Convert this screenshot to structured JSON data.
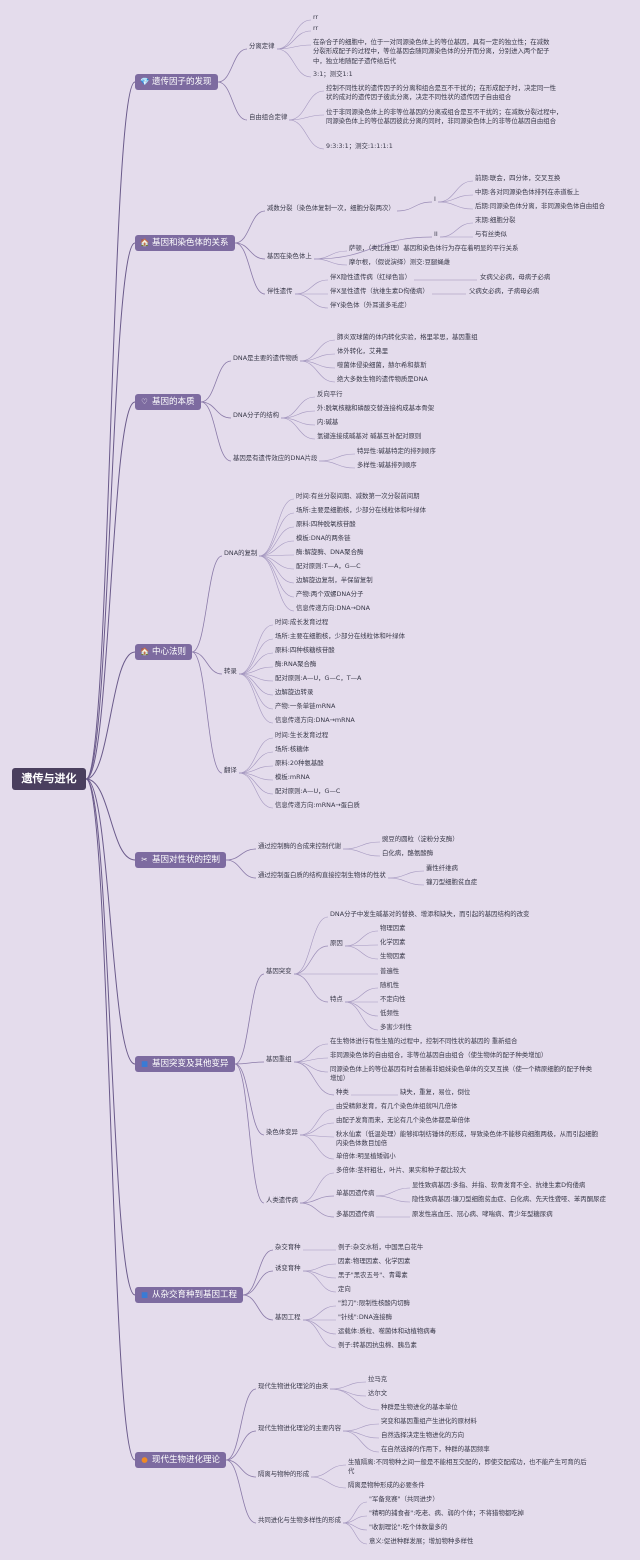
{
  "root": "遗传与进化",
  "cats": [
    {
      "label": "遗传因子的发现",
      "icon": "gem-icon",
      "glyph": "💎"
    },
    {
      "label": "基因和染色体的关系",
      "icon": "house-icon",
      "glyph": "🏠"
    },
    {
      "label": "基因的本质",
      "icon": "heart-icon",
      "glyph": "♡"
    },
    {
      "label": "中心法则",
      "icon": "house-icon",
      "glyph": "🏠"
    },
    {
      "label": "基因对性状的控制",
      "icon": "scissors-icon",
      "glyph": "✂"
    },
    {
      "label": "基因突变及其他变异",
      "icon": "square-icon",
      "glyph": "■"
    },
    {
      "label": "从杂交育种到基因工程",
      "icon": "square-icon",
      "glyph": "■"
    },
    {
      "label": "现代生物进化理论",
      "icon": "orange-icon",
      "glyph": "●"
    }
  ],
  "t": {
    "a1": "分离定律",
    "a1_1": "rr",
    "a1_2": "rr",
    "a1_3": "在杂合子的细胞中，位于一对同源染色体上的等位基因，具有一定的独立性；在减数分裂形成配子的过程中，等位基因会随同源染色体的分开而分离，分别进入两个配子中，独立地随配子遗传给后代",
    "a1_4": "3:1；测交1:1",
    "a2": "自由组合定律",
    "a2_1": "控制不同性状的遗传因子的分离和组合是互不干扰的；在形成配子时，决定同一性状的成对的遗传因子彼此分离，决定不同性状的遗传因子自由组合",
    "a2_2": "位于非同源染色体上的非等位基因的分离或组合是互不干扰的；在减数分裂过程中，同源染色体上的等位基因彼此分离的同时，非同源染色体上的非等位基因自由组合",
    "a2_3": "9:3:3:1；测交:1:1:1:1",
    "b1": "减数分裂（染色体复制一次，细胞分裂两次）",
    "b1_I": "I",
    "b1_II": "II",
    "b1_I_1": "前期:联会，四分体，交叉互换",
    "b1_I_2": "中期:各对同源染色体排列在赤道板上",
    "b1_I_3": "后期:同源染色体分离，非同源染色体自由组合",
    "b1_I_4": "末期:细胞分裂",
    "b1_II_1": "与有丝类似",
    "b2": "基因在染色体上",
    "b2_1": "萨顿，（类比推理）基因和染色体行为存在着明显的平行关系",
    "b2_2": "摩尔根，（假说演绎）测交:豆腿蝇雌",
    "b3": "伴性遗传",
    "b3_1": "伴X隐性遗传病（红绿色盲）",
    "b3_1a": "女病父必病，母病子必病",
    "b3_2": "伴X显性遗传（抗维生素D佝偻病）",
    "b3_2a": "父病女必病，子病母必病",
    "b3_3": "伴Y染色体（外耳道多毛症）",
    "c1": "DNA是主要的遗传物质",
    "c1_1": "肺炎双球菌的体内转化实验，格里菲思，基因重组",
    "c1_2": "体外转化，艾弗里",
    "c1_3": "噬菌体侵染细菌，赫尔希和蔡斯",
    "c1_4": "绝大多数生物的遗传物质是DNA",
    "c2": "DNA分子的结构",
    "c2_1": "反向平行",
    "c2_2": "外:脱氧核糖和磷酸交替连接构成基本骨架",
    "c2_3": "内:碱基",
    "c2_4": "氢键连接成碱基对 碱基互补配对原则",
    "c3": "基因是有遗传效应的DNA片段",
    "c3_1": "特异性:碱基特定的排列顺序",
    "c3_2": "多样性:碱基排列顺序",
    "d1": "DNA的复制",
    "d1_1": "时间:有丝分裂间期、减数第一次分裂前间期",
    "d1_2": "场所:主要是细胞核，少部分在线粒体和叶绿体",
    "d1_3": "原料:四种脱氧核苷酸",
    "d1_4": "模板:DNA的两条链",
    "d1_5": "酶:解旋酶、DNA聚合酶",
    "d1_6": "配对原则:T—A，G—C",
    "d1_7": "边解旋边复制，半保留复制",
    "d1_8": "产物:两个双螺DNA分子",
    "d1_9": "信息传递方向:DNA→DNA",
    "d2": "转录",
    "d2_1": "时间:成长发育过程",
    "d2_2": "场所:主要在细胞核，少部分在线粒体和叶绿体",
    "d2_3": "原料:四种核糖核苷酸",
    "d2_4": "酶:RNA聚合酶",
    "d2_5": "配对原则:A—U，G—C，T—A",
    "d2_6": "边解旋边转录",
    "d2_7": "产物:一条单链mRNA",
    "d2_8": "信息传递方向:DNA→mRNA",
    "d3": "翻译",
    "d3_1": "时间:生长发育过程",
    "d3_2": "场所:核糖体",
    "d3_3": "原料:20种氨基酸",
    "d3_4": "模板:mRNA",
    "d3_5": "配对原则:A—U，G—C",
    "d3_6": "信息传递方向:mRNA→蛋白质",
    "e1": "通过控制酶的合成来控制代谢",
    "e1_1": "豌豆的圆粒（淀粉分支酶）",
    "e1_2": "白化病，酪氨酸酶",
    "e2": "通过控制蛋白质的结构直接控制生物体的性状",
    "e2_1": "囊性纤维病",
    "e2_2": "镰刀型细胞贫血症",
    "f1": "基因突变",
    "f1_1": "DNA分子中发生碱基对的替换、增添和缺失，而引起的基因结构的改变",
    "f1_2": "原因",
    "f1_2a": "物理因素",
    "f1_2b": "化学因素",
    "f1_2c": "生物因素",
    "f1_3": "特点",
    "f1_3a": "普遍性",
    "f1_3b": "随机性",
    "f1_3c": "不定向性",
    "f1_3d": "低频性",
    "f1_3e": "多害少利性",
    "f2": "基因重组",
    "f2_1": "在生物体进行有性生殖的过程中，控制不同性状的基因的 重新组合",
    "f2_2": "非同源染色体的自由组合，非等位基因自由组合（使生物体的配子种类增加）",
    "f2_3": "同源染色体上的等位基因有时会随着非姐妹染色单体的交叉互换（使一个精原细胞的配子种类增加）",
    "f3": "染色体变异",
    "f3_1": "种类",
    "f3_1a": "缺失，重复，易位，倒位",
    "f3_2": "由受精卵发育，有几个染色体组就叫几倍体",
    "f3_3": "由配子发育而来，无论有几个染色体都是单倍体",
    "f3_4": "秋水仙素（低温处理）能够抑制纺锤体的形成，导致染色体不能移向细胞两极，从而引起细胞内染色体数目加倍",
    "f3_5": "单倍体:明显植矮弱小",
    "f3_6": "多倍体:茎秆粗壮，叶片、果实和种子都比较大",
    "f4": "人类遗传病",
    "f4_1": "单基因遗传病",
    "f4_1a": "显性致病基因:多指、并指、软骨发育不全、抗维生素D佝偻病",
    "f4_1b": "隐性致病基因:镰刀型细胞贫血症、白化病、先天性聋哑、苯丙酮尿症",
    "f4_2": "多基因遗传病",
    "f4_2a": "原发性高血压、冠心病、哮喘病、青少年型糖尿病",
    "g1": "杂交育种",
    "g1_1": "例子:杂交水稻，中国黑白花牛",
    "g2": "诱变育种",
    "g2_1": "因素:物理因素、化学因素",
    "g2_2": "黑子\"黑农五号\"、青霉素",
    "g3": "基因工程",
    "g3_1": "定向",
    "g3_2": "\"剪刀\":限制性核酸内切酶",
    "g3_3": "\"针线\":DNA连接酶",
    "g3_4": "运载体:质粒、噬菌体和动植物病毒",
    "g3_5": "例子:转基因抗虫棉、胰岛素",
    "h1": "现代生物进化理论的由来",
    "h1_1": "拉马克",
    "h1_2": "达尔文",
    "h2": "现代生物进化理论的主要内容",
    "h2_1": "种群是生物进化的基本单位",
    "h2_2": "突变和基因重组产生进化的原材料",
    "h2_3": "自然选择决定生物进化的方向",
    "h2_4": "在自然选择的作用下，种群的基因频率",
    "h3": "隔离与物种的形成",
    "h3_1": "生殖隔离:不同物种之间一般是不能相互交配的，即使交配成功，也不能产生可育的后代",
    "h3_2": "隔离是物种形成的必要条件",
    "h4": "共同进化与生物多样性的形成",
    "h4_1": "\"军备竞赛\"（共同进步）",
    "h4_2": "\"精明的捕食者\":吃老、病、弱的个体；不将猎物都吃掉",
    "h4_3": "\"收割理论\":吃个体数量多的",
    "h4_4": "意义:促进种群发展；增加物种多样性"
  }
}
